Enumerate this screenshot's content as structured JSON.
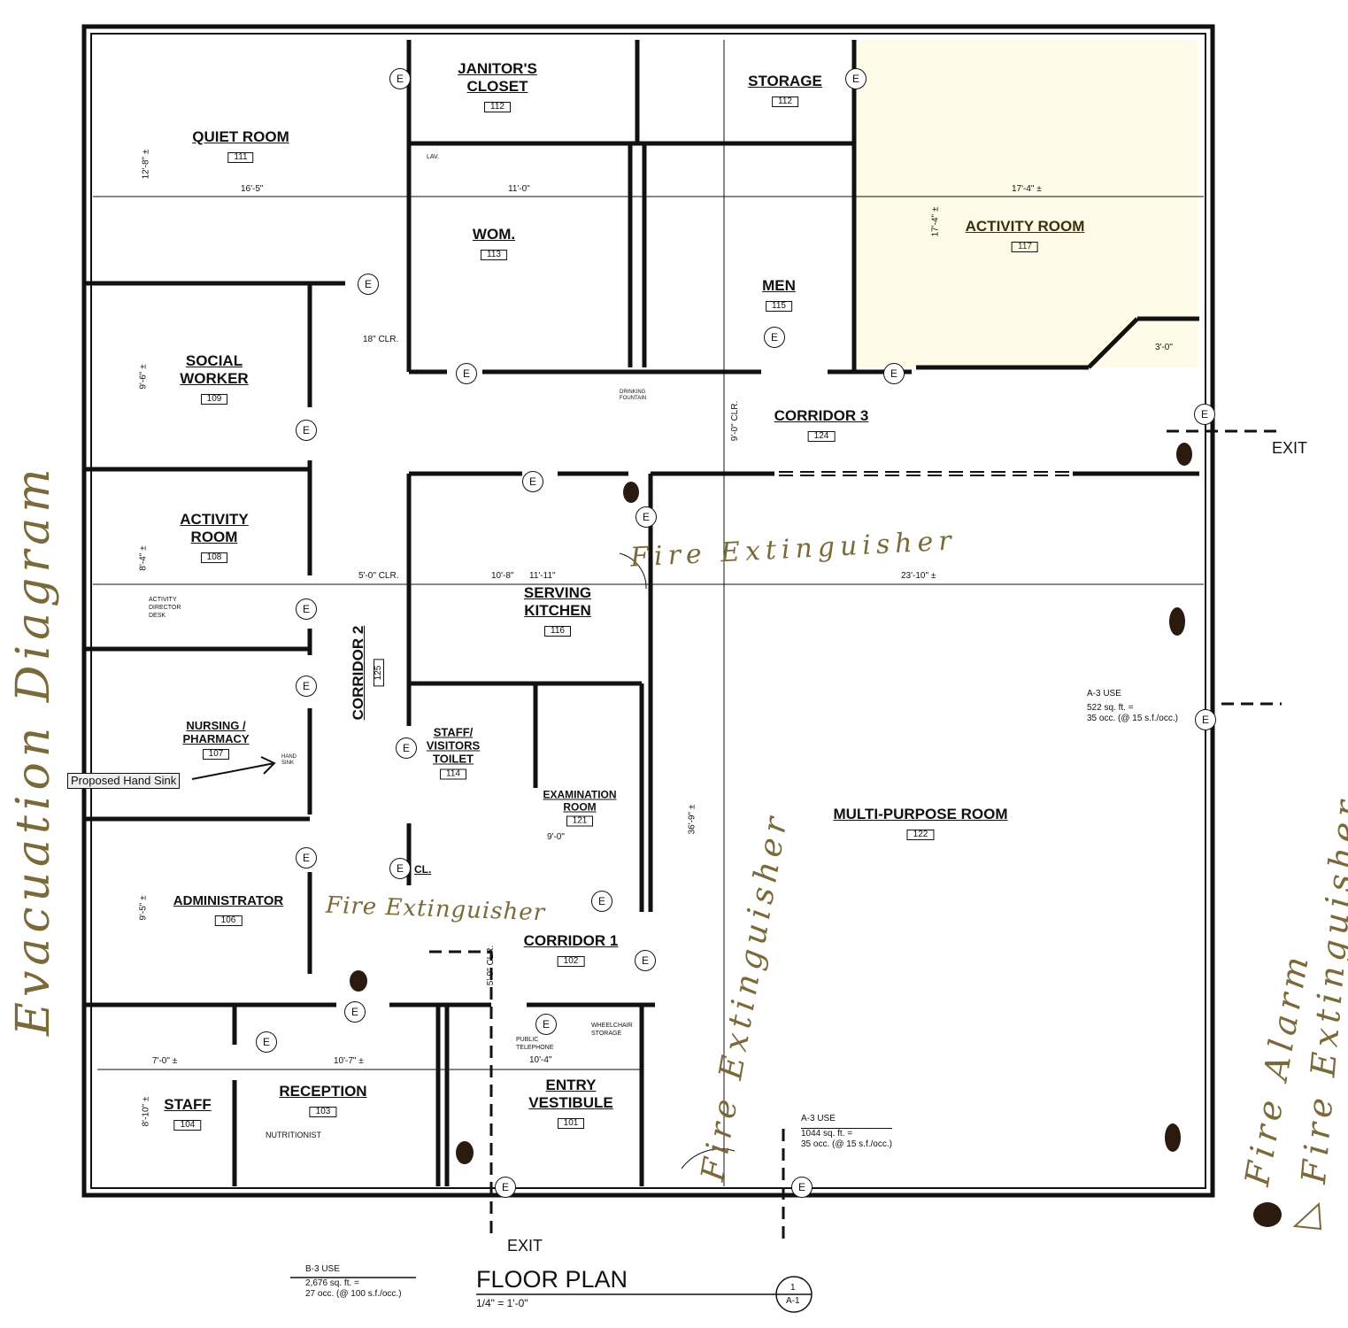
{
  "title": "FLOOR PLAN",
  "scale": "1/4\" = 1'-0\"",
  "sheet_ref": {
    "number": "1",
    "sheet": "A-1"
  },
  "rooms": [
    {
      "name": "QUIET ROOM",
      "number": "111"
    },
    {
      "name": "JANITOR'S CLOSET",
      "number": "112"
    },
    {
      "name": "STORAGE",
      "number": "112"
    },
    {
      "name": "WOM.",
      "number": "113"
    },
    {
      "name": "MEN",
      "number": "115"
    },
    {
      "name": "ACTIVITY ROOM",
      "number": "117"
    },
    {
      "name": "SOCIAL WORKER",
      "number": "109"
    },
    {
      "name": "CORRIDOR 3",
      "number": "124"
    },
    {
      "name": "ACTIVITY ROOM",
      "number": "108"
    },
    {
      "name": "SERVING KITCHEN",
      "number": "116"
    },
    {
      "name": "CORRIDOR 2",
      "number": "125"
    },
    {
      "name": "NURSING / PHARMACY",
      "number": "107"
    },
    {
      "name": "STAFF/ VISITORS TOILET",
      "number": "114"
    },
    {
      "name": "EXAMINATION ROOM",
      "number": "121"
    },
    {
      "name": "MULTI-PURPOSE ROOM",
      "number": "122"
    },
    {
      "name": "ADMINISTRATOR",
      "number": "106"
    },
    {
      "name": "CORRIDOR 1",
      "number": "102"
    },
    {
      "name": "RECEPTION",
      "number": "103"
    },
    {
      "name": "STAFF",
      "number": "104"
    },
    {
      "name": "ENTRY VESTIBULE",
      "number": "101"
    }
  ],
  "minor_labels": {
    "cl": "CL.",
    "nutritionist": "NUTRITIONIST",
    "activity_desk": "ACTIVITY DIRECTOR DESK",
    "public_telephone": "PUBLIC TELEPHONE",
    "wheelchair_storage": "WHEELCHAIR STORAGE",
    "drinking_fountain": "DRINKING FOUNTAIN",
    "hand_sink": "HAND SINK",
    "lav": "LAV."
  },
  "callout": "Proposed Hand Sink",
  "exit_label": "EXIT",
  "egress_marker": "E",
  "occupancy": [
    {
      "use": "B-3 USE",
      "area": "2,676 sq. ft. =",
      "occ": "27 occ. (@ 100 s.f./occ.)"
    },
    {
      "use": "A-3 USE",
      "area": "522 sq. ft. =",
      "occ": "35 occ. (@ 15 s.f./occ.)"
    },
    {
      "use": "A-3 USE",
      "area": "1044 sq. ft. =",
      "occ": "35 occ. (@ 15 s.f./occ.)"
    }
  ],
  "dimensions": [
    "12'-8\" ±",
    "16'-5\"",
    "11'-0\"",
    "17'-4\" ±",
    "17'-4\" ±",
    "9'-6\" ±",
    "8'-4\" ±",
    "5'-0\" CLR.",
    "23'-10\" ±",
    "10'-8\"",
    "11'-11\"",
    "9'-0\"",
    "9'-5\" ±",
    "7'-0\" ±",
    "10'-7\" ±",
    "8'-10\" ±",
    "36'-9\" ±",
    "9'-0\" CLR.",
    "5'-0\" CLR.",
    "18\" CLR.",
    "3'-0\"",
    "10'-4\""
  ],
  "handwritten": {
    "diagram_title": "Evacuation Diagram",
    "fire_ext": "Fire Extinguisher",
    "legend_alarm": "Fire Alarm",
    "legend_ext": "Fire Extinguisher"
  },
  "colors": {
    "ink": "#111111",
    "handwriting": "#7a6a3a",
    "highlight": "#fff8d8"
  }
}
